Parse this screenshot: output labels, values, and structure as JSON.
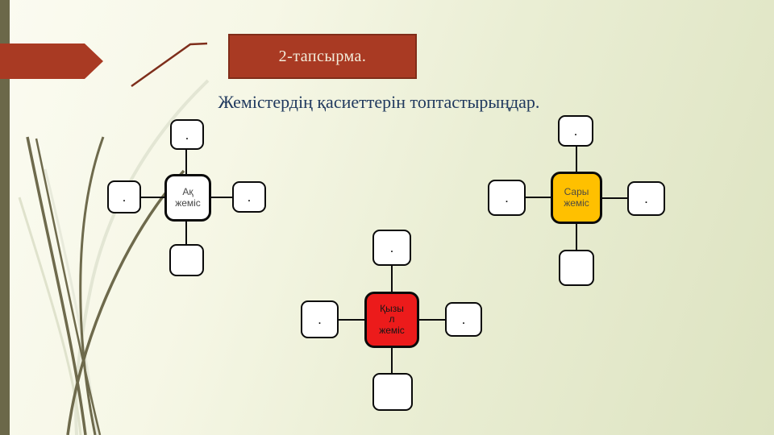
{
  "slide": {
    "title": "2-тапсырма.",
    "subtitle": "Жемістердің қасиеттерін топтастырыңдар."
  },
  "colors": {
    "title_box_bg": "#A93A23",
    "title_box_border": "#802D19",
    "title_text": "#F3EEDC",
    "subtitle_text": "#20395E",
    "background_left": "#FBFBF1",
    "background_right": "#DDE3C1",
    "left_strip": "#6B6849",
    "accent_arrow": "#A93A23",
    "node_border": "#0A0A0A",
    "white_fruit_fill": "#FFFFFF",
    "yellow_fruit_fill": "#FFC000",
    "red_fruit_fill": "#EC1B1B",
    "curve_dark": "#6E6A4C",
    "curve_light": "#E3E6D4"
  },
  "clusters": [
    {
      "label": "Ақ жеміс",
      "satellites": {
        "top": ".",
        "left": ".",
        "right": ".",
        "bottom": ""
      }
    },
    {
      "label": "Сары жеміс",
      "satellites": {
        "top": ".",
        "left": ".",
        "right": ".",
        "bottom": ""
      }
    },
    {
      "label": "Қызыл жеміс",
      "satellites": {
        "top": ".",
        "left": ".",
        "right": ".",
        "bottom": ""
      }
    }
  ]
}
